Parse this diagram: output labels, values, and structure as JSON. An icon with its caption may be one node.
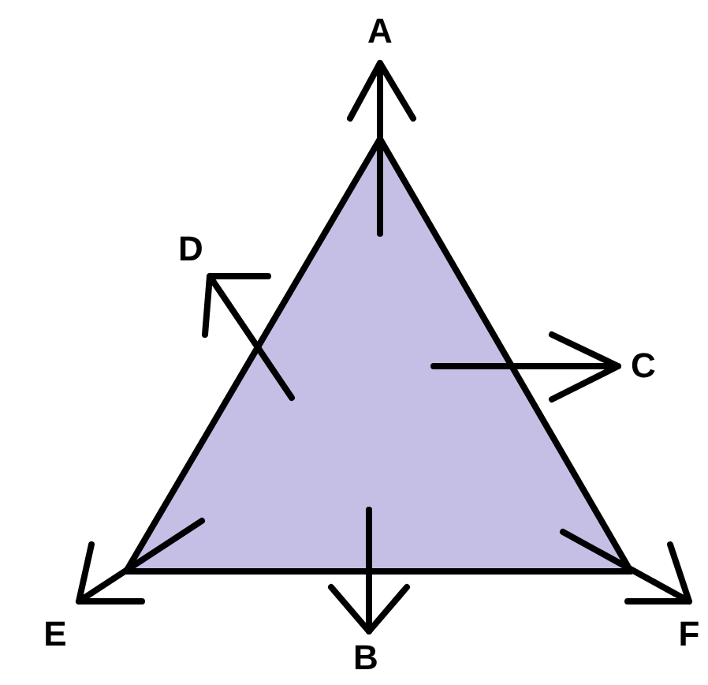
{
  "diagram": {
    "labels": [
      "A",
      "D",
      "C",
      "E",
      "B",
      "F"
    ]
  }
}
